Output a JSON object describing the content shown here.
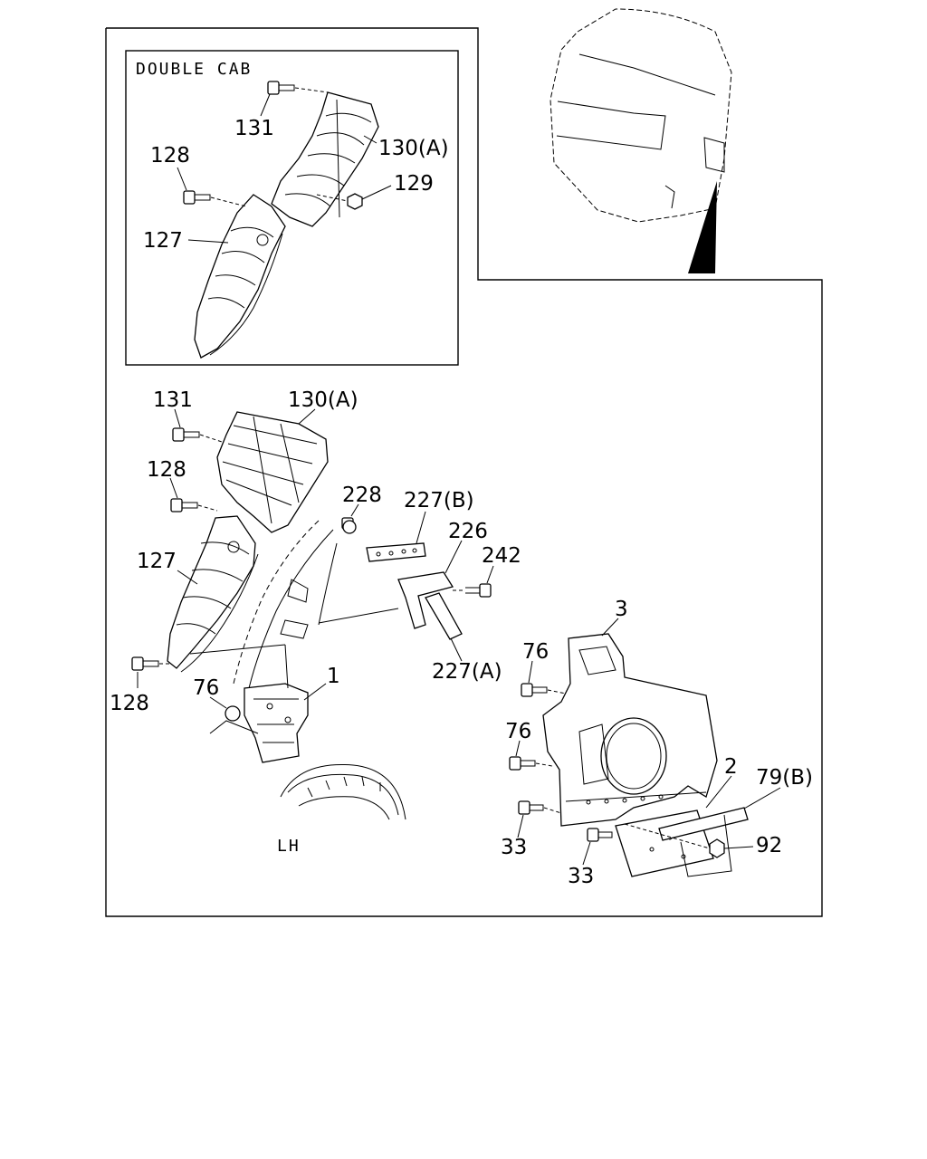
{
  "inset": {
    "title": "DOUBLE CAB"
  },
  "side_label": "LH",
  "labels": {
    "inset_131": "131",
    "inset_130a": "130(A)",
    "inset_128": "128",
    "inset_129": "129",
    "inset_127": "127",
    "main_131": "131",
    "main_130a": "130(A)",
    "main_128_upper": "128",
    "main_127": "127",
    "main_128_lower": "128",
    "main_76_left": "76",
    "main_1": "1",
    "main_228": "228",
    "main_227b": "227(B)",
    "main_226": "226",
    "main_242": "242",
    "main_227a": "227(A)",
    "main_3": "3",
    "main_76_right_upper": "76",
    "main_76_right_lower": "76",
    "main_2": "2",
    "main_79b": "79(B)",
    "main_33_left": "33",
    "main_33_right": "33",
    "main_92": "92"
  }
}
